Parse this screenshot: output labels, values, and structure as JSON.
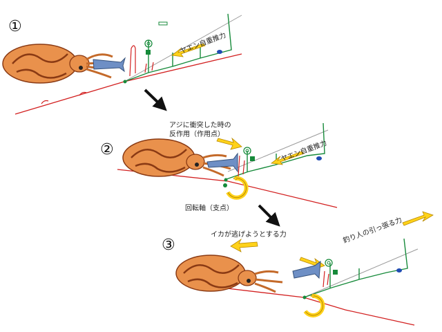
{
  "colors": {
    "line_red": "#d21f1f",
    "yaen_green": "#168a3a",
    "thread_gray": "#9a9a9a",
    "arrow_yellow": "#ffd21a",
    "arrow_outline": "#b88900",
    "squid_orange": "#e9914c",
    "squid_dark": "#8a3a14",
    "fish_blue": "#6e8fc5",
    "float_blue": "#1f4bb3"
  },
  "icons": [
    "arrow-down-right-icon",
    "rotation-arrow-icon",
    "force-arrow-icon"
  ],
  "steps": [
    {
      "number": "①",
      "arrow_label": "ヤエン自重推力"
    },
    {
      "number": "②",
      "arrow_label": "ヤエン自重推力",
      "reaction_label_1": "アジに衝突した時の",
      "reaction_label_2": "反作用（作用点）",
      "pivot_label": "回転軸（支点）"
    },
    {
      "number": "③",
      "squid_escape_label": "イカが逃げようとする力",
      "angler_pull_label": "釣り人の引っ張る力"
    }
  ]
}
